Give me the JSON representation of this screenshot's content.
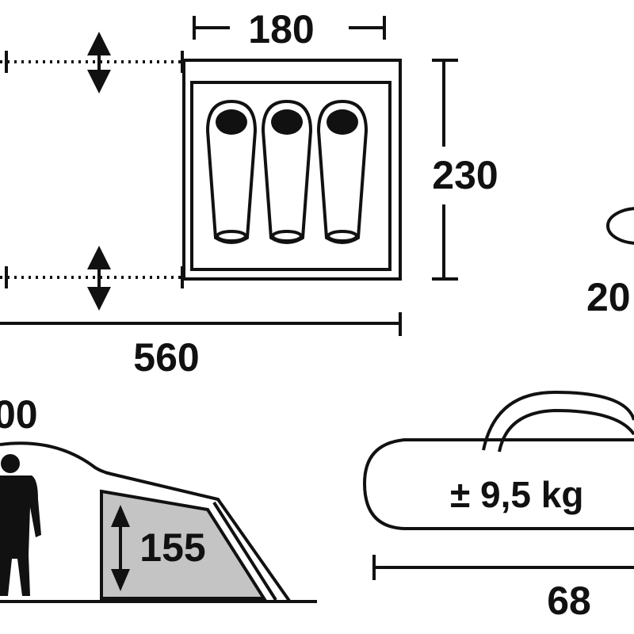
{
  "floor_plan": {
    "inner_width_label": "180",
    "depth_label": "230",
    "total_length_label": "560",
    "sleeping_bags": 3,
    "right_partial_label": "20"
  },
  "side_view": {
    "height_label": "00",
    "inner_height_label": "155"
  },
  "pack": {
    "weight_label": "± 9,5 kg",
    "length_label": "68"
  },
  "colors": {
    "line": "#111111",
    "fill_gray": "#c4c4c4"
  }
}
